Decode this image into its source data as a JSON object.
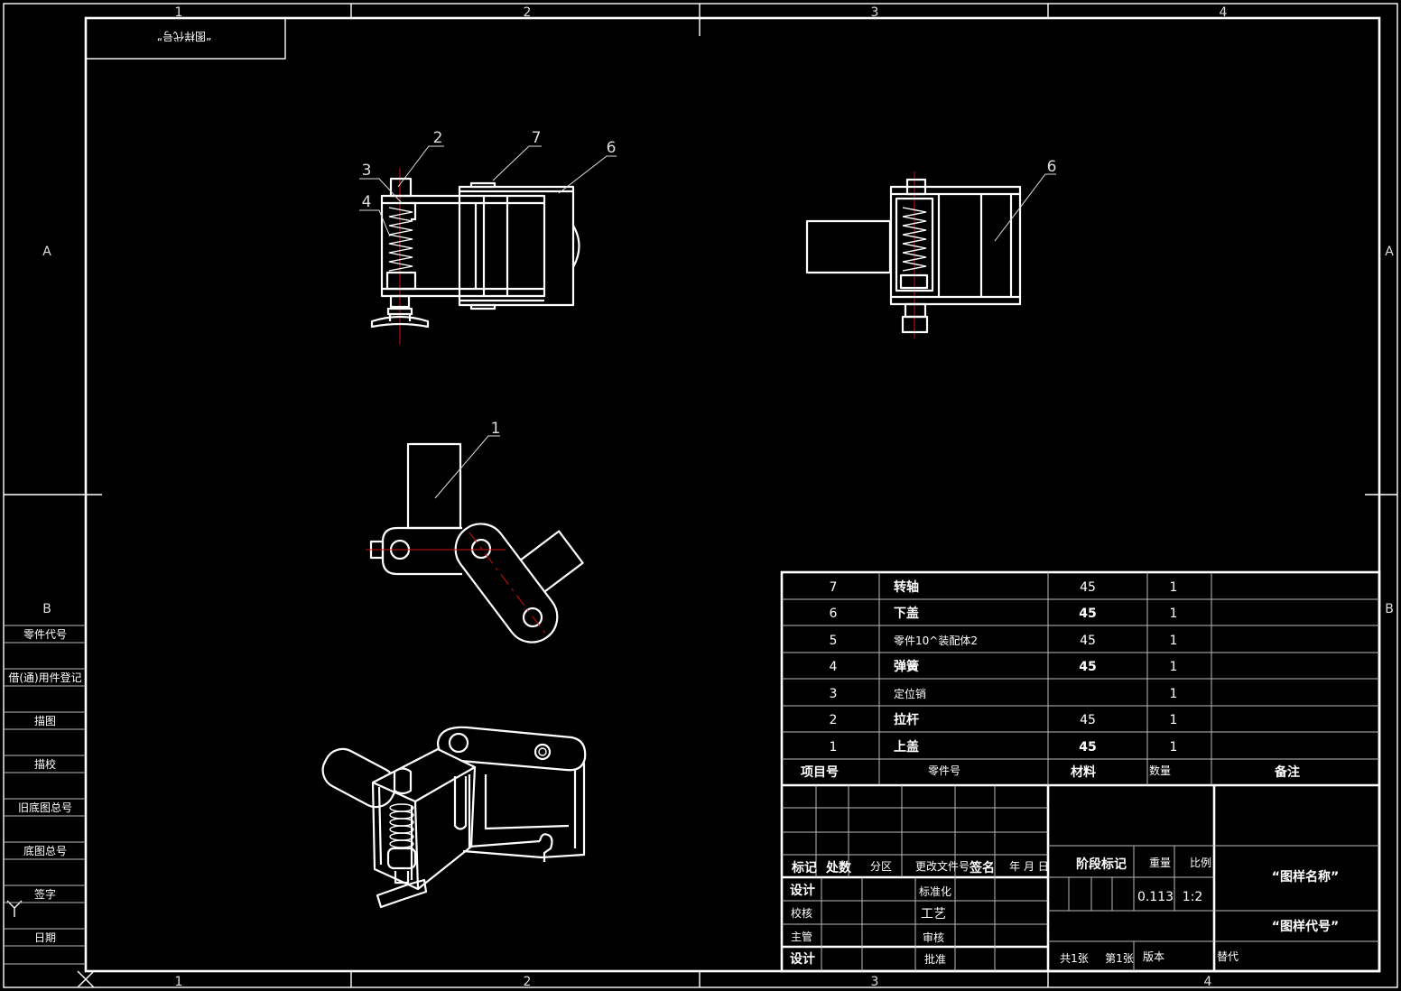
{
  "frame": {
    "zones_top": [
      "1",
      "2",
      "3",
      "4"
    ],
    "zones_bottom": [
      "1",
      "2",
      "3",
      "4"
    ],
    "rows_left": [
      "A",
      "B"
    ],
    "rows_right": [
      "A",
      "B"
    ],
    "corner_label": "“图样代号”"
  },
  "left_column": [
    "零件代号",
    "借(通)用件登记",
    "描图",
    "描校",
    "旧底图总号",
    "底图总号",
    "签字",
    "日期"
  ],
  "balloons": {
    "view1": [
      "2",
      "3",
      "4",
      "7",
      "6"
    ],
    "view2": [
      "6"
    ],
    "view3": [
      "1"
    ]
  },
  "parts_list": {
    "headers": {
      "item_no": "项目号",
      "part_no": "零件号",
      "material": "材料",
      "quantity": "数量",
      "remark": "备注"
    },
    "rows": [
      {
        "item": "7",
        "name": "转轴",
        "material": "45",
        "qty": "1",
        "remark": ""
      },
      {
        "item": "6",
        "name": "下盖",
        "material": "45",
        "qty": "1",
        "remark": ""
      },
      {
        "item": "5",
        "name": "零件10^装配体2",
        "material": "45",
        "qty": "1",
        "remark": ""
      },
      {
        "item": "4",
        "name": "弹簧",
        "material": "45",
        "qty": "1",
        "remark": ""
      },
      {
        "item": "3",
        "name": "定位销",
        "material": "",
        "qty": "1",
        "remark": ""
      },
      {
        "item": "2",
        "name": "拉杆",
        "material": "45",
        "qty": "1",
        "remark": ""
      },
      {
        "item": "1",
        "name": "上盖",
        "material": "45",
        "qty": "1",
        "remark": ""
      }
    ]
  },
  "title_block": {
    "revision_headers": [
      "标记",
      "处数",
      "分区",
      "更改文件号",
      "签名",
      "年 月 日"
    ],
    "roles_left": [
      "设计",
      "校核",
      "主管",
      "设计"
    ],
    "roles_mid": [
      "标准化",
      "工艺",
      "审核",
      "批准"
    ],
    "stage_mark": "阶段标记",
    "weight_label": "重量",
    "scale_label": "比例",
    "weight": "0.113",
    "scale": "1:2",
    "drawing_name": "“图样名称”",
    "drawing_code": "“图样代号”",
    "sheets_total": "共1张",
    "sheet_no": "第1张",
    "version_label": "版本",
    "replace_label": "替代"
  }
}
